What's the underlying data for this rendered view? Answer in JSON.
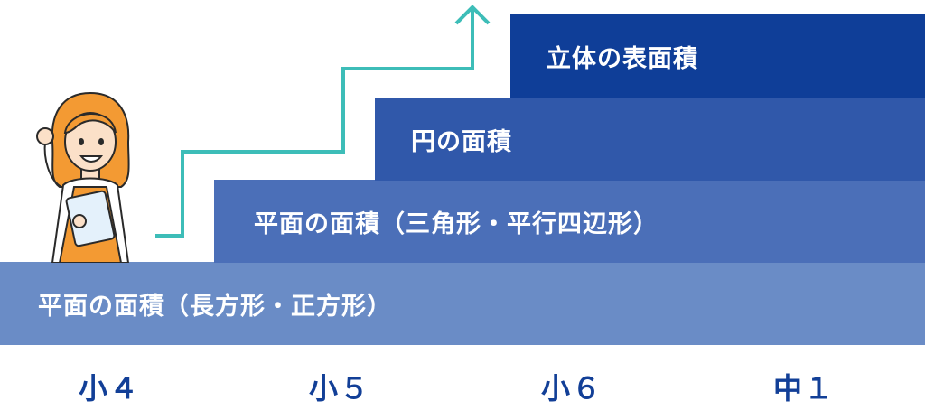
{
  "steps": [
    {
      "label": "平面の面積（長方形・正方形）",
      "color": "#6a8cc6"
    },
    {
      "label": "平面の面積（三角形・平行四辺形）",
      "color": "#4b6fb8"
    },
    {
      "label": "円の面積",
      "color": "#3058aa"
    },
    {
      "label": "立体の表面積",
      "color": "#0f3e98"
    }
  ],
  "grades": [
    "小４",
    "小５",
    "小６",
    "中１"
  ],
  "arrow_color": "#3dbdb8",
  "grade_color": "#123f97"
}
